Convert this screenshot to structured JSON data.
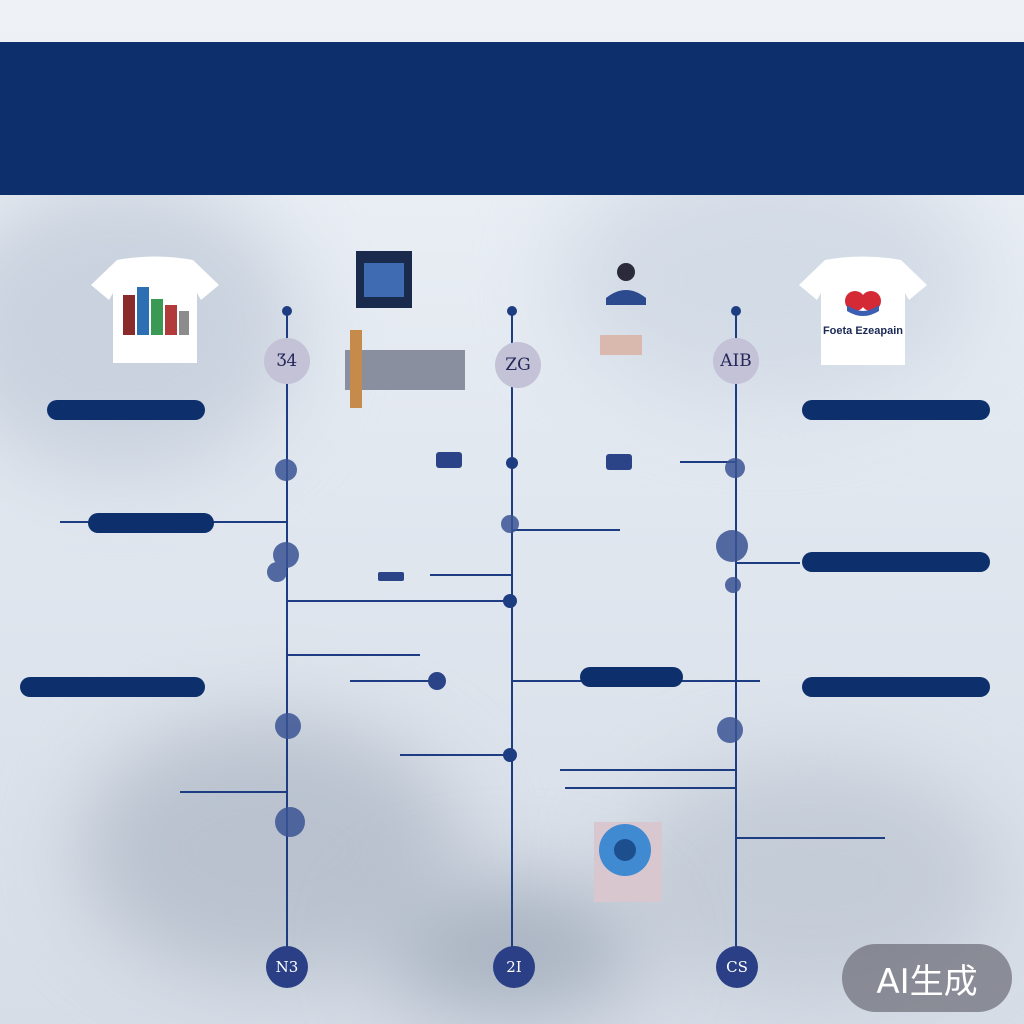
{
  "header": {
    "title": "",
    "subtitle": ""
  },
  "shirts": {
    "left_label": "",
    "right_label": "Foeta Ezeapain"
  },
  "nodes": {
    "top": [
      "Ʒ4",
      "ZG",
      "AIB"
    ],
    "bottom": [
      "N3",
      "2I",
      "CS"
    ]
  },
  "pills": {
    "left": [
      "",
      "",
      ""
    ],
    "center": [
      ""
    ],
    "right": [
      "",
      "",
      ""
    ]
  },
  "text_blocks": {
    "left": [
      "",
      "",
      ""
    ],
    "center_left": [
      "",
      "",
      ""
    ],
    "center_right": [
      "",
      "",
      ""
    ],
    "right": [
      "",
      ""
    ]
  },
  "watermark": "AI生成",
  "colors": {
    "banner": "#0d2f6b",
    "timeline": "#1e3c82",
    "node_top": "#c3c2d6",
    "node_bottom": "#2a3f86"
  }
}
